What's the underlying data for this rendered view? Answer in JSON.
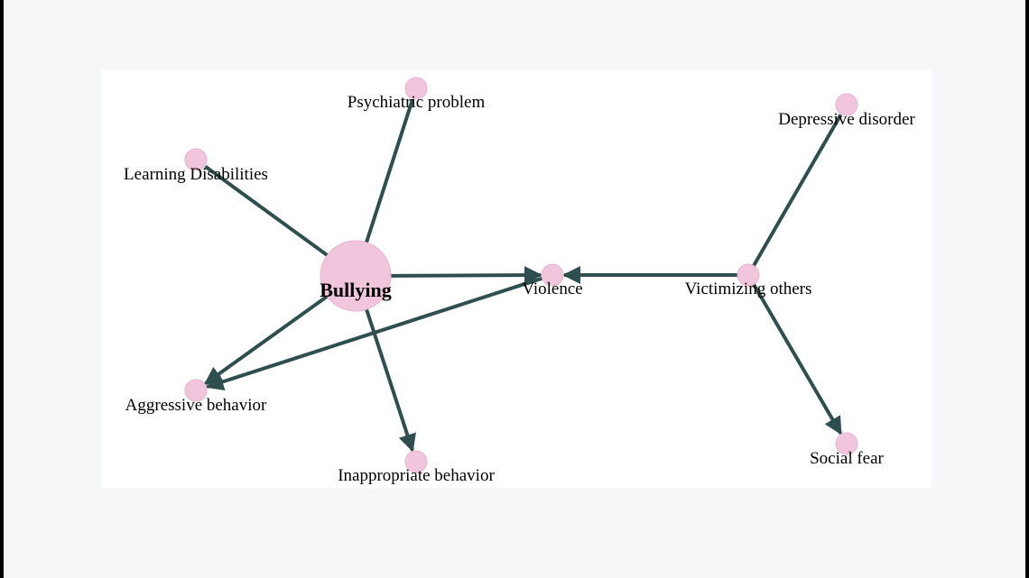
{
  "diagram": {
    "colors": {
      "node_fill": "#f1c6dc",
      "node_stroke": "#e8b3cf",
      "edge": "#2f4f4f",
      "canvas": "#ffffff",
      "background": "#f6f7f9"
    },
    "nodes": [
      {
        "id": "bullying",
        "label": "Bullying",
        "main": true
      },
      {
        "id": "psychiatric",
        "label": "Psychiatric problem"
      },
      {
        "id": "learning",
        "label": "Learning Disabilities"
      },
      {
        "id": "violence",
        "label": "Violence"
      },
      {
        "id": "victimizing",
        "label": "Victimizing others"
      },
      {
        "id": "depressive",
        "label": "Depressive disorder"
      },
      {
        "id": "aggressive",
        "label": "Aggressive behavior"
      },
      {
        "id": "inappropriate",
        "label": "Inappropriate behavior"
      },
      {
        "id": "social",
        "label": "Social fear"
      }
    ],
    "edges": [
      {
        "from": "bullying",
        "to": "psychiatric",
        "directed": false
      },
      {
        "from": "bullying",
        "to": "learning",
        "directed": false
      },
      {
        "from": "bullying",
        "to": "violence",
        "directed": true
      },
      {
        "from": "victimizing",
        "to": "violence",
        "directed": true
      },
      {
        "from": "victimizing",
        "to": "depressive",
        "directed": false
      },
      {
        "from": "victimizing",
        "to": "social",
        "directed": true
      },
      {
        "from": "bullying",
        "to": "aggressive",
        "directed": true
      },
      {
        "from": "violence",
        "to": "aggressive",
        "directed": true
      },
      {
        "from": "bullying",
        "to": "inappropriate",
        "directed": true
      }
    ]
  }
}
